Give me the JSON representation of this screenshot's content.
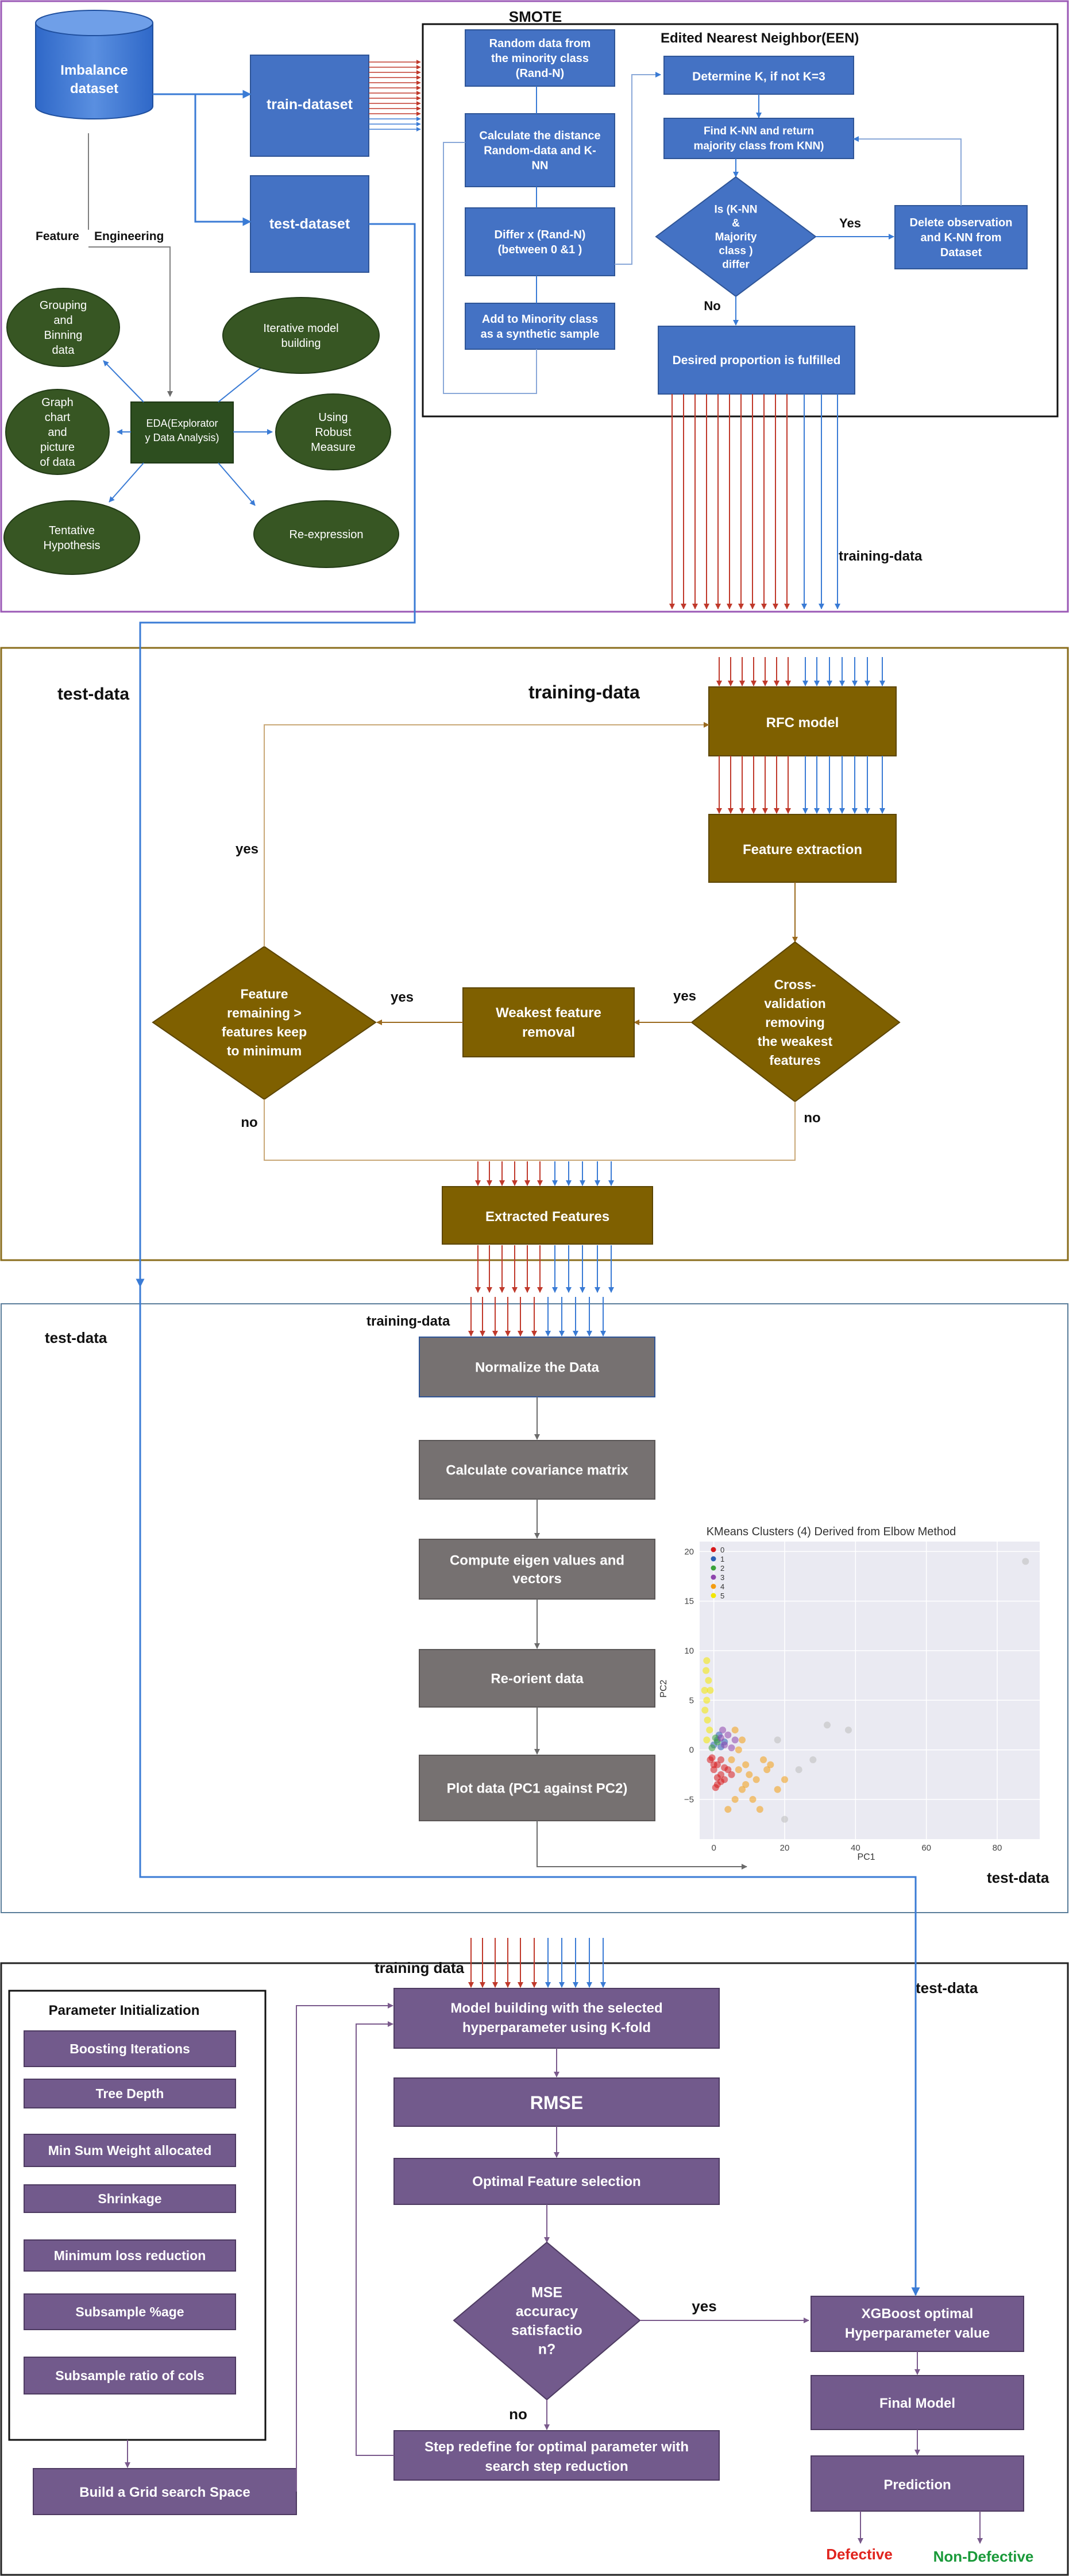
{
  "section1": {
    "smote_title": "SMOTE",
    "een_title": "Edited Nearest Neighbor(EEN)",
    "database_label": [
      "Imbalance",
      "dataset"
    ],
    "train_label": "train-dataset",
    "test_label": "test-dataset",
    "feature_label": "Feature",
    "engineering_label": "Engineering",
    "training_data_label": "training-data",
    "smote_steps": [
      [
        "Random data from",
        "the minority class",
        "(Rand-N)"
      ],
      [
        "Calculate the distance",
        "Random-data and K-",
        "NN"
      ],
      [
        "Differ x (Rand-N)",
        "(between 0 &1 )"
      ],
      [
        "Add to Minority class",
        "as a synthetic sample"
      ]
    ],
    "een_steps": {
      "determine_k": [
        "Determine K, if not K=3"
      ],
      "find_knn": [
        "Find K-NN and return",
        "majority class from KNN)"
      ],
      "decision": [
        "Is (K-NN",
        "&",
        "Majority",
        "class )",
        "differ"
      ],
      "delete": [
        "Delete observation",
        "and K-NN from",
        "Dataset"
      ],
      "desired": [
        "Desired proportion is fulfilled"
      ],
      "yes_label": "Yes",
      "no_label": "No"
    },
    "eda_center": [
      "EDA(Explorator",
      "y Data Analysis)"
    ],
    "eda_nodes": {
      "grouping": [
        "Grouping",
        "and",
        "Binning",
        "data"
      ],
      "iterative": [
        "Iterative model",
        "building"
      ],
      "graph": [
        "Graph",
        "chart",
        "and",
        "picture",
        "of data"
      ],
      "robust": [
        "Using",
        "Robust",
        "Measure"
      ],
      "tentative": [
        "Tentative",
        "Hypothesis"
      ],
      "reexpression": [
        "Re-expression"
      ]
    }
  },
  "section2": {
    "test_data_label": "test-data",
    "training_data_label": "training-data",
    "rfc_model": [
      "RFC model"
    ],
    "feature_extraction": [
      "Feature extraction"
    ],
    "cross_validation": [
      "Cross-",
      "validation",
      "removing",
      "the weakest",
      "features"
    ],
    "weakest_removal": [
      "Weakest feature",
      "removal"
    ],
    "feature_remaining": [
      "Feature",
      "remaining >",
      "features keep",
      "to minimum"
    ],
    "extracted_features": [
      "Extracted Features"
    ],
    "yes_label": "yes",
    "no_label": "no"
  },
  "section3": {
    "test_data_label": "test-data",
    "training_data_label": "training-data",
    "test_data_right_label": "test-data",
    "steps": [
      [
        "Normalize the Data"
      ],
      [
        "Calculate covariance matrix"
      ],
      [
        "Compute eigen values and",
        "vectors"
      ],
      [
        "Re-orient data"
      ],
      [
        "Plot data (PC1 against PC2)"
      ]
    ]
  },
  "section4": {
    "training_data_label": "training data",
    "test_data_label": "test-data",
    "param_title": "Parameter Initialization",
    "params": [
      "Boosting Iterations",
      "Tree Depth",
      "Min Sum Weight allocated",
      "Shrinkage",
      "Minimum loss reduction",
      "Subsample %age",
      "Subsample ratio of cols"
    ],
    "grid_search": [
      "Build a Grid search Space"
    ],
    "model_building": [
      "Model building with the selected",
      "hyperparameter using K-fold"
    ],
    "rmse": [
      "RMSE"
    ],
    "optimal_feature": [
      "Optimal Feature selection"
    ],
    "mse_decision": [
      "MSE",
      "accuracy",
      "satisfactio",
      "n?"
    ],
    "step_redefine": [
      "Step redefine for optimal parameter with",
      "search step reduction"
    ],
    "xgboost": [
      "XGBoost optimal",
      "Hyperparameter value"
    ],
    "final_model": [
      "Final Model"
    ],
    "prediction": [
      "Prediction"
    ],
    "defective": "Defective",
    "non_defective": "Non-Defective",
    "yes_label": "yes",
    "no_label": "no"
  },
  "chart_data": {
    "type": "scatter",
    "title": "KMeans Clusters (4) Derived from Elbow Method",
    "xlabel": "PC1",
    "ylabel": "PC2",
    "xlim": [
      -4,
      92
    ],
    "ylim": [
      -9,
      21
    ],
    "xticks": [
      0,
      20,
      40,
      60,
      80
    ],
    "yticks": [
      -5,
      0,
      5,
      10,
      15,
      20
    ],
    "grid": true,
    "legend_position": "top-left",
    "series": [
      {
        "name": "0",
        "color": "#d7191c",
        "points": [
          [
            -1,
            -1
          ],
          [
            0,
            -2
          ],
          [
            1,
            -1.5
          ],
          [
            2,
            -2.5
          ],
          [
            3,
            -3
          ],
          [
            1,
            -3.5
          ],
          [
            0,
            -1.5
          ],
          [
            2,
            -1
          ],
          [
            4,
            -2
          ],
          [
            1,
            -2.8
          ],
          [
            -0.5,
            -0.8
          ],
          [
            3,
            -1.8
          ],
          [
            2,
            -3.2
          ],
          [
            5,
            -2.5
          ],
          [
            0.5,
            -3.8
          ]
        ]
      },
      {
        "name": "1",
        "color": "#2b5fb4",
        "points": [
          [
            0,
            0.5
          ],
          [
            1,
            1
          ],
          [
            2,
            0.3
          ],
          [
            1.5,
            1.5
          ],
          [
            3,
            0.8
          ]
        ]
      },
      {
        "name": "2",
        "color": "#3aa23a",
        "points": [
          [
            -0.5,
            0.2
          ],
          [
            1,
            0.8
          ],
          [
            0.5,
            1.2
          ]
        ]
      },
      {
        "name": "3",
        "color": "#8e44ad",
        "points": [
          [
            2,
            1.2
          ],
          [
            3,
            0.5
          ],
          [
            4,
            1.5
          ],
          [
            5,
            0.2
          ],
          [
            2.5,
            2
          ],
          [
            6,
            1
          ]
        ]
      },
      {
        "name": "4",
        "color": "#f39c12",
        "points": [
          [
            5,
            -1
          ],
          [
            7,
            -2
          ],
          [
            9,
            -1.5
          ],
          [
            12,
            -3
          ],
          [
            8,
            -4
          ],
          [
            6,
            -5
          ],
          [
            10,
            -2.5
          ],
          [
            14,
            -1
          ],
          [
            11,
            -5
          ],
          [
            7,
            0
          ],
          [
            15,
            -2
          ],
          [
            18,
            -4
          ],
          [
            13,
            -6
          ],
          [
            9,
            -3.5
          ],
          [
            16,
            -1.5
          ],
          [
            20,
            -3
          ],
          [
            4,
            -6
          ],
          [
            6,
            2
          ],
          [
            8,
            1
          ]
        ]
      },
      {
        "name": "5",
        "color": "#f2e600",
        "points": [
          [
            -2,
            5
          ],
          [
            -1.5,
            7
          ],
          [
            -2,
            9
          ],
          [
            -1,
            6
          ],
          [
            -2.5,
            4
          ],
          [
            -1.8,
            3
          ],
          [
            -2.2,
            8
          ],
          [
            -1.2,
            2
          ],
          [
            -2,
            1
          ],
          [
            -2.6,
            6
          ]
        ]
      },
      {
        "name": "",
        "color": "#bbbbbb",
        "points": [
          [
            88,
            19
          ],
          [
            32,
            2.5
          ],
          [
            38,
            2
          ],
          [
            18,
            1
          ],
          [
            28,
            -1
          ],
          [
            24,
            -2
          ],
          [
            20,
            -7
          ]
        ]
      }
    ]
  }
}
